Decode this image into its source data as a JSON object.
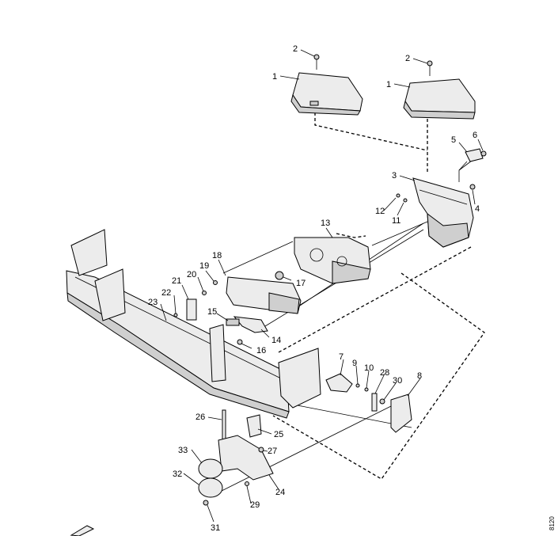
{
  "callouts": [
    {
      "id": "1",
      "label": "1"
    },
    {
      "id": "2",
      "label": "2"
    },
    {
      "id": "1b",
      "label": "1"
    },
    {
      "id": "2b",
      "label": "2"
    },
    {
      "id": "3",
      "label": "3"
    },
    {
      "id": "4",
      "label": "4"
    },
    {
      "id": "5",
      "label": "5"
    },
    {
      "id": "6",
      "label": "6"
    },
    {
      "id": "7",
      "label": "7"
    },
    {
      "id": "8",
      "label": "8"
    },
    {
      "id": "9",
      "label": "9"
    },
    {
      "id": "10",
      "label": "10"
    },
    {
      "id": "11",
      "label": "11"
    },
    {
      "id": "12",
      "label": "12"
    },
    {
      "id": "13",
      "label": "13"
    },
    {
      "id": "14",
      "label": "14"
    },
    {
      "id": "15",
      "label": "15"
    },
    {
      "id": "16",
      "label": "16"
    },
    {
      "id": "17",
      "label": "17"
    },
    {
      "id": "18",
      "label": "18"
    },
    {
      "id": "19",
      "label": "19"
    },
    {
      "id": "20",
      "label": "20"
    },
    {
      "id": "21",
      "label": "21"
    },
    {
      "id": "22",
      "label": "22"
    },
    {
      "id": "23",
      "label": "23"
    },
    {
      "id": "24",
      "label": "24"
    },
    {
      "id": "25",
      "label": "25"
    },
    {
      "id": "26",
      "label": "26"
    },
    {
      "id": "27",
      "label": "27"
    },
    {
      "id": "28",
      "label": "28"
    },
    {
      "id": "29",
      "label": "29"
    },
    {
      "id": "30",
      "label": "30"
    },
    {
      "id": "31",
      "label": "31"
    },
    {
      "id": "32",
      "label": "32"
    },
    {
      "id": "33",
      "label": "33"
    }
  ],
  "reference_number": "8120"
}
